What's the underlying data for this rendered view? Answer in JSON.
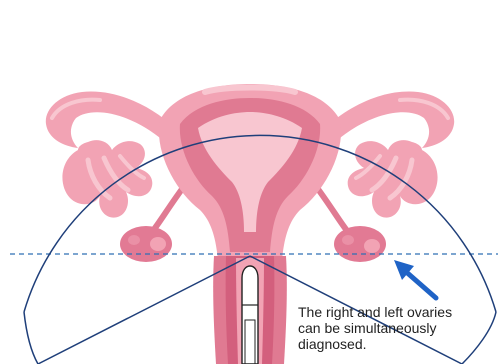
{
  "caption": {
    "line1": "The right and left ovaries",
    "line2": "can be simultaneously",
    "line3": "diagnosed."
  },
  "colors": {
    "uterus_fill": "#f2a3b4",
    "uterus_light": "#f8c6d0",
    "uterus_dark": "#e07a92",
    "uterus_deep": "#d35f7d",
    "ovary_fill": "#e27a94",
    "scan_outline": "#1f3f7a",
    "baseline_dash": "#2f6fb5",
    "arrow": "#1f63c6",
    "probe_outline": "#222222"
  }
}
